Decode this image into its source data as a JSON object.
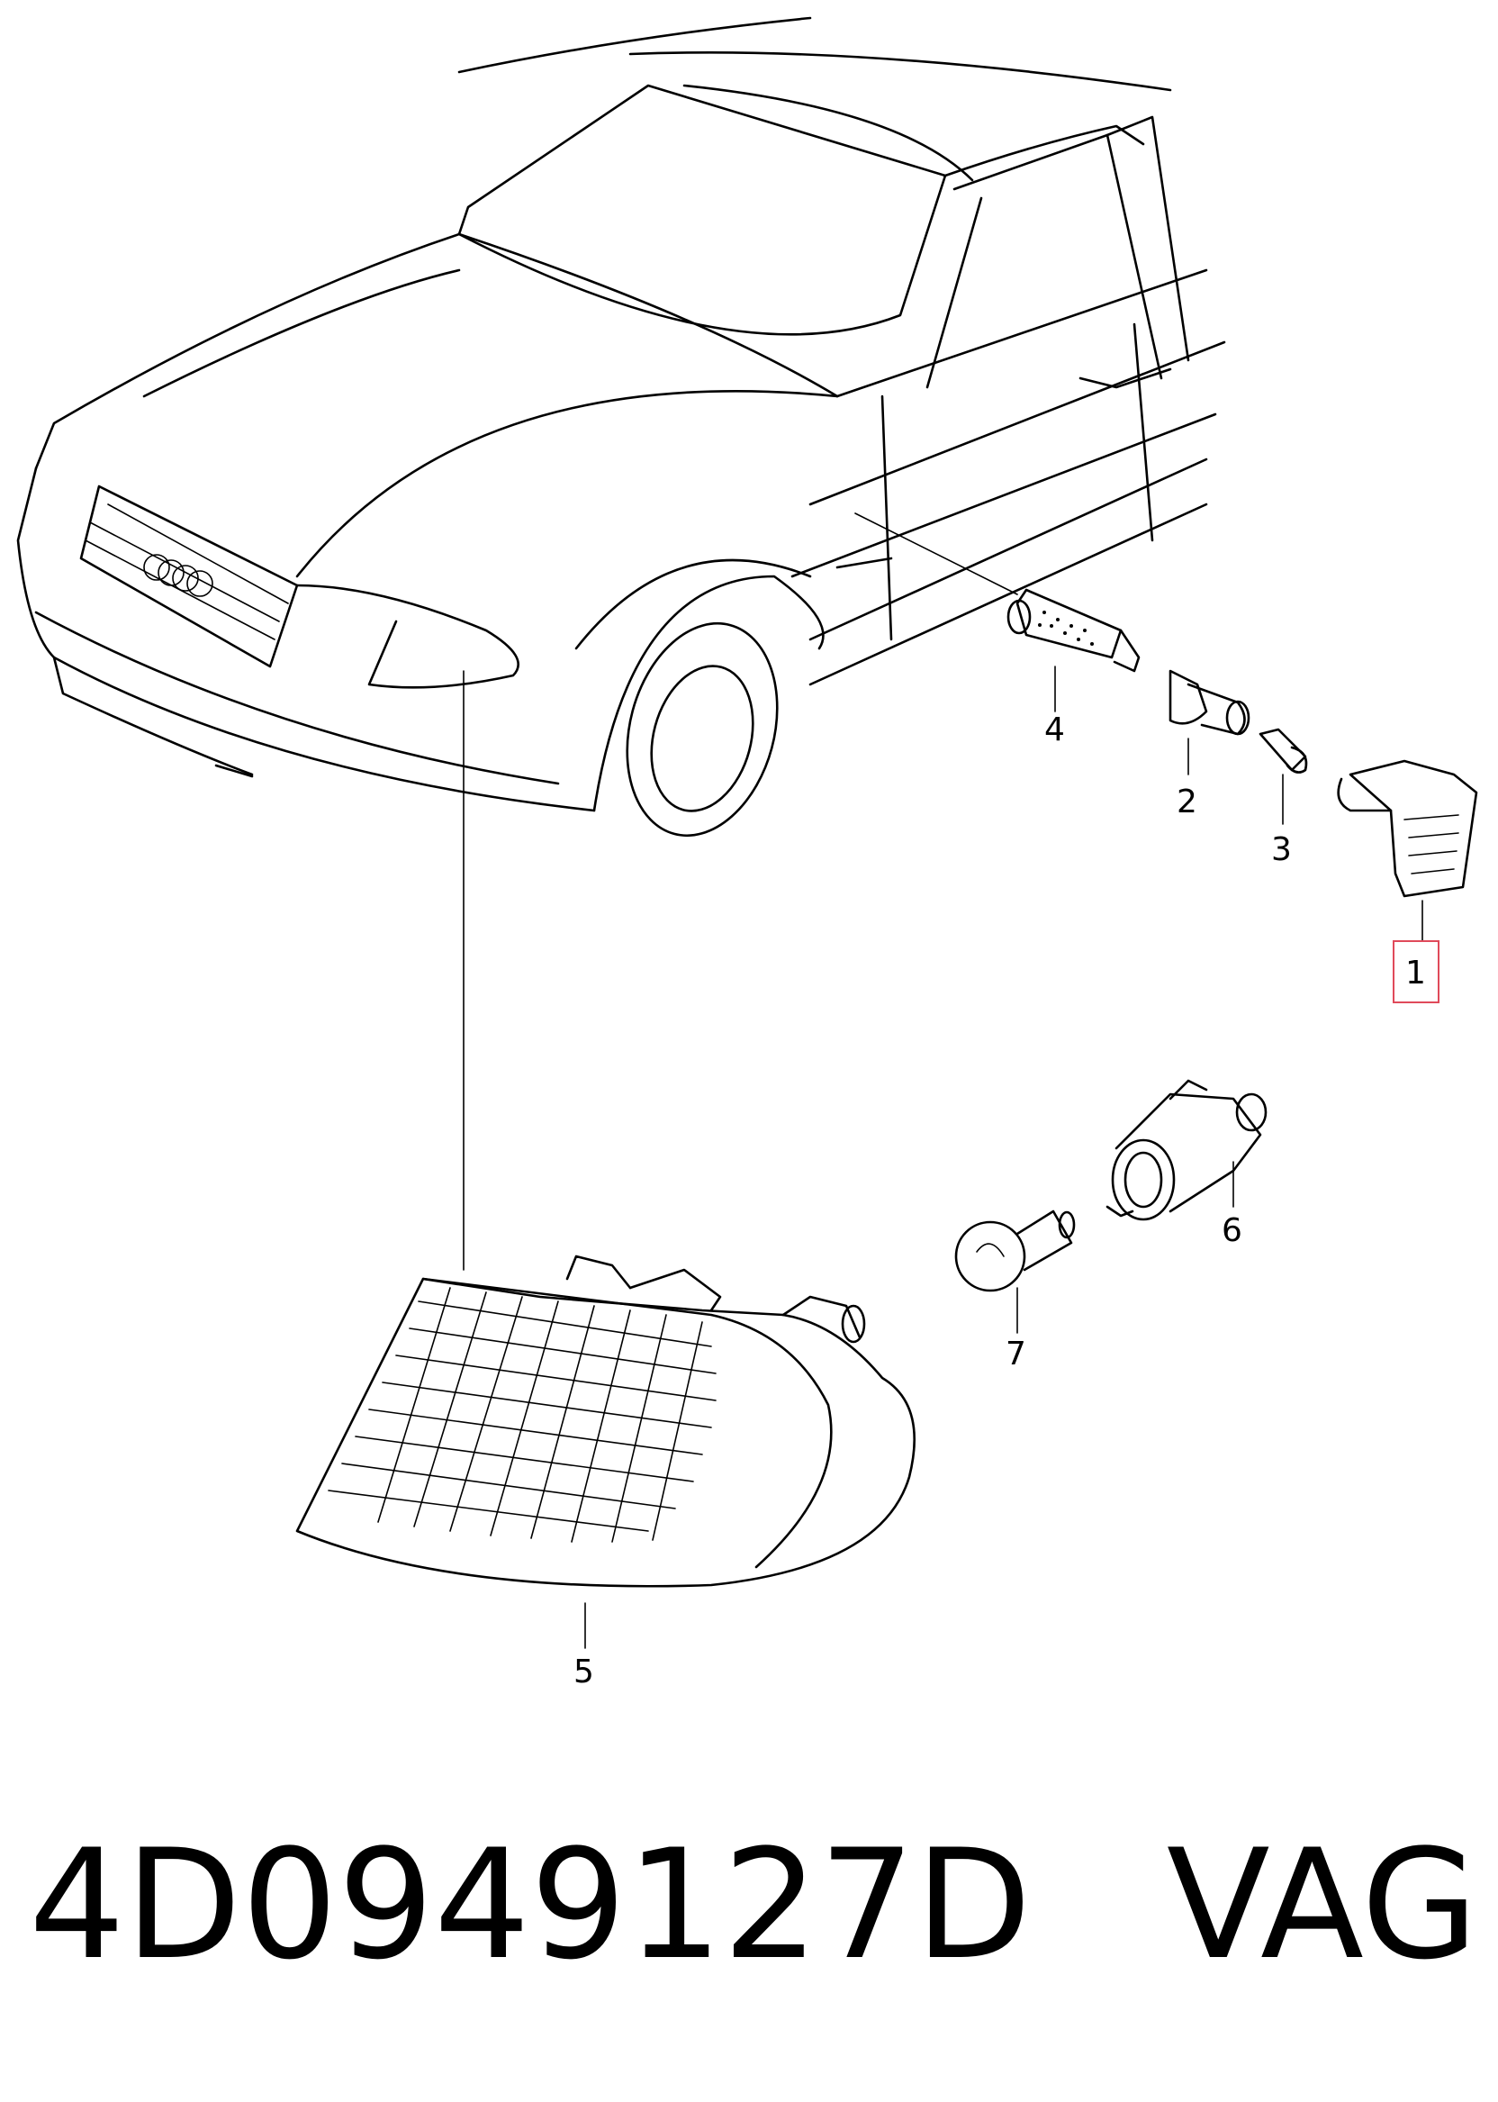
{
  "diagram": {
    "labels": [
      {
        "id": "1",
        "text": "1",
        "highlighted": true
      },
      {
        "id": "2",
        "text": "2"
      },
      {
        "id": "3",
        "text": "3"
      },
      {
        "id": "4",
        "text": "4"
      },
      {
        "id": "5",
        "text": "5"
      },
      {
        "id": "6",
        "text": "6"
      },
      {
        "id": "7",
        "text": "7"
      }
    ],
    "highlight_color": "#e04a5a"
  },
  "caption": {
    "part_number": "4D0949127D",
    "brand": "VAG"
  }
}
